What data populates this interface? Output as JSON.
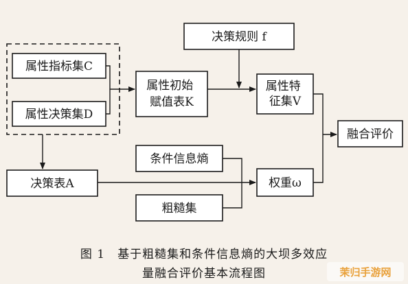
{
  "diagram": {
    "nodes": {
      "attr_index_set": "属性指标集C",
      "attr_decision_set": "属性决策集D",
      "attr_init_table": [
        "属性初始",
        "赋值表K"
      ],
      "decision_rule": "决策规则 f",
      "attr_feature_set": [
        "属性特",
        "征集V"
      ],
      "fusion_eval": "融合评价",
      "decision_table": "决策表A",
      "cond_info_entropy": "条件信息熵",
      "rough_set": "粗糙集",
      "weight": "权重ω"
    }
  },
  "caption": {
    "number": "图 1",
    "line1": "基于粗糙集和条件信息熵的大坝多效应",
    "line2": "量融合评价基本流程图"
  },
  "watermark": {
    "text": "茉归手游网"
  }
}
